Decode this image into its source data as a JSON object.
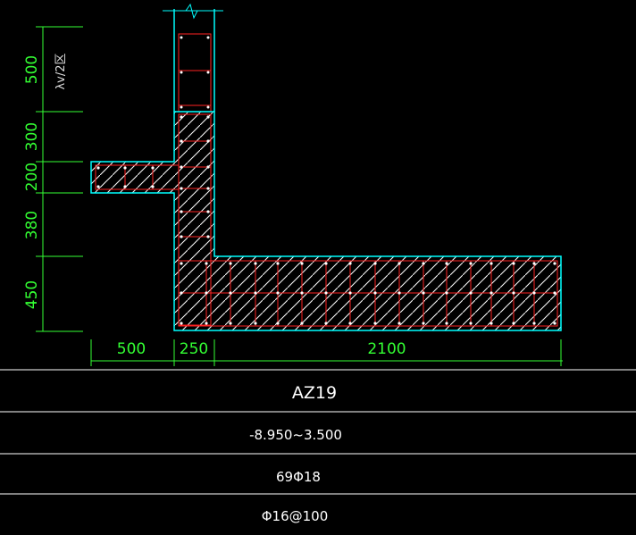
{
  "drawing": {
    "zone_label": "λv/2区",
    "dimensions": {
      "vertical": [
        "500",
        "300",
        "200",
        "380",
        "450"
      ],
      "horizontal": [
        "500",
        "250",
        "2100"
      ]
    },
    "colors": {
      "background": "#000000",
      "outline": "#00ffff",
      "rebar": "#ff2222",
      "dimension": "#33ff33",
      "hatch": "#ffffff"
    }
  },
  "table": {
    "rows": [
      {
        "label": "AZ19"
      },
      {
        "label": "-8.950~3.500"
      },
      {
        "label": "69Φ18"
      },
      {
        "label": "Φ16@100"
      }
    ]
  }
}
